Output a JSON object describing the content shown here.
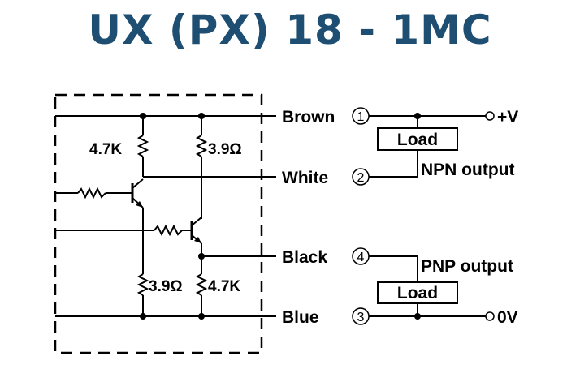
{
  "title": "UX (PX) 18 - 1MC",
  "colors": {
    "title": "#1e4f72",
    "line": "#000000"
  },
  "wires": [
    {
      "name": "Brown",
      "pin": "1"
    },
    {
      "name": "White",
      "pin": "2"
    },
    {
      "name": "Black",
      "pin": "4"
    },
    {
      "name": "Blue",
      "pin": "3"
    }
  ],
  "resistors": {
    "r_top_left": "4.7K",
    "r_top_right": "3.9Ω",
    "r_bot_left": "3.9Ω",
    "r_bot_right": "4.7K"
  },
  "loads": {
    "npn": "Load",
    "pnp": "Load"
  },
  "outputs": {
    "npn": "NPN output",
    "pnp": "PNP output"
  },
  "supply": {
    "pos": "+V",
    "neg": "0V"
  }
}
